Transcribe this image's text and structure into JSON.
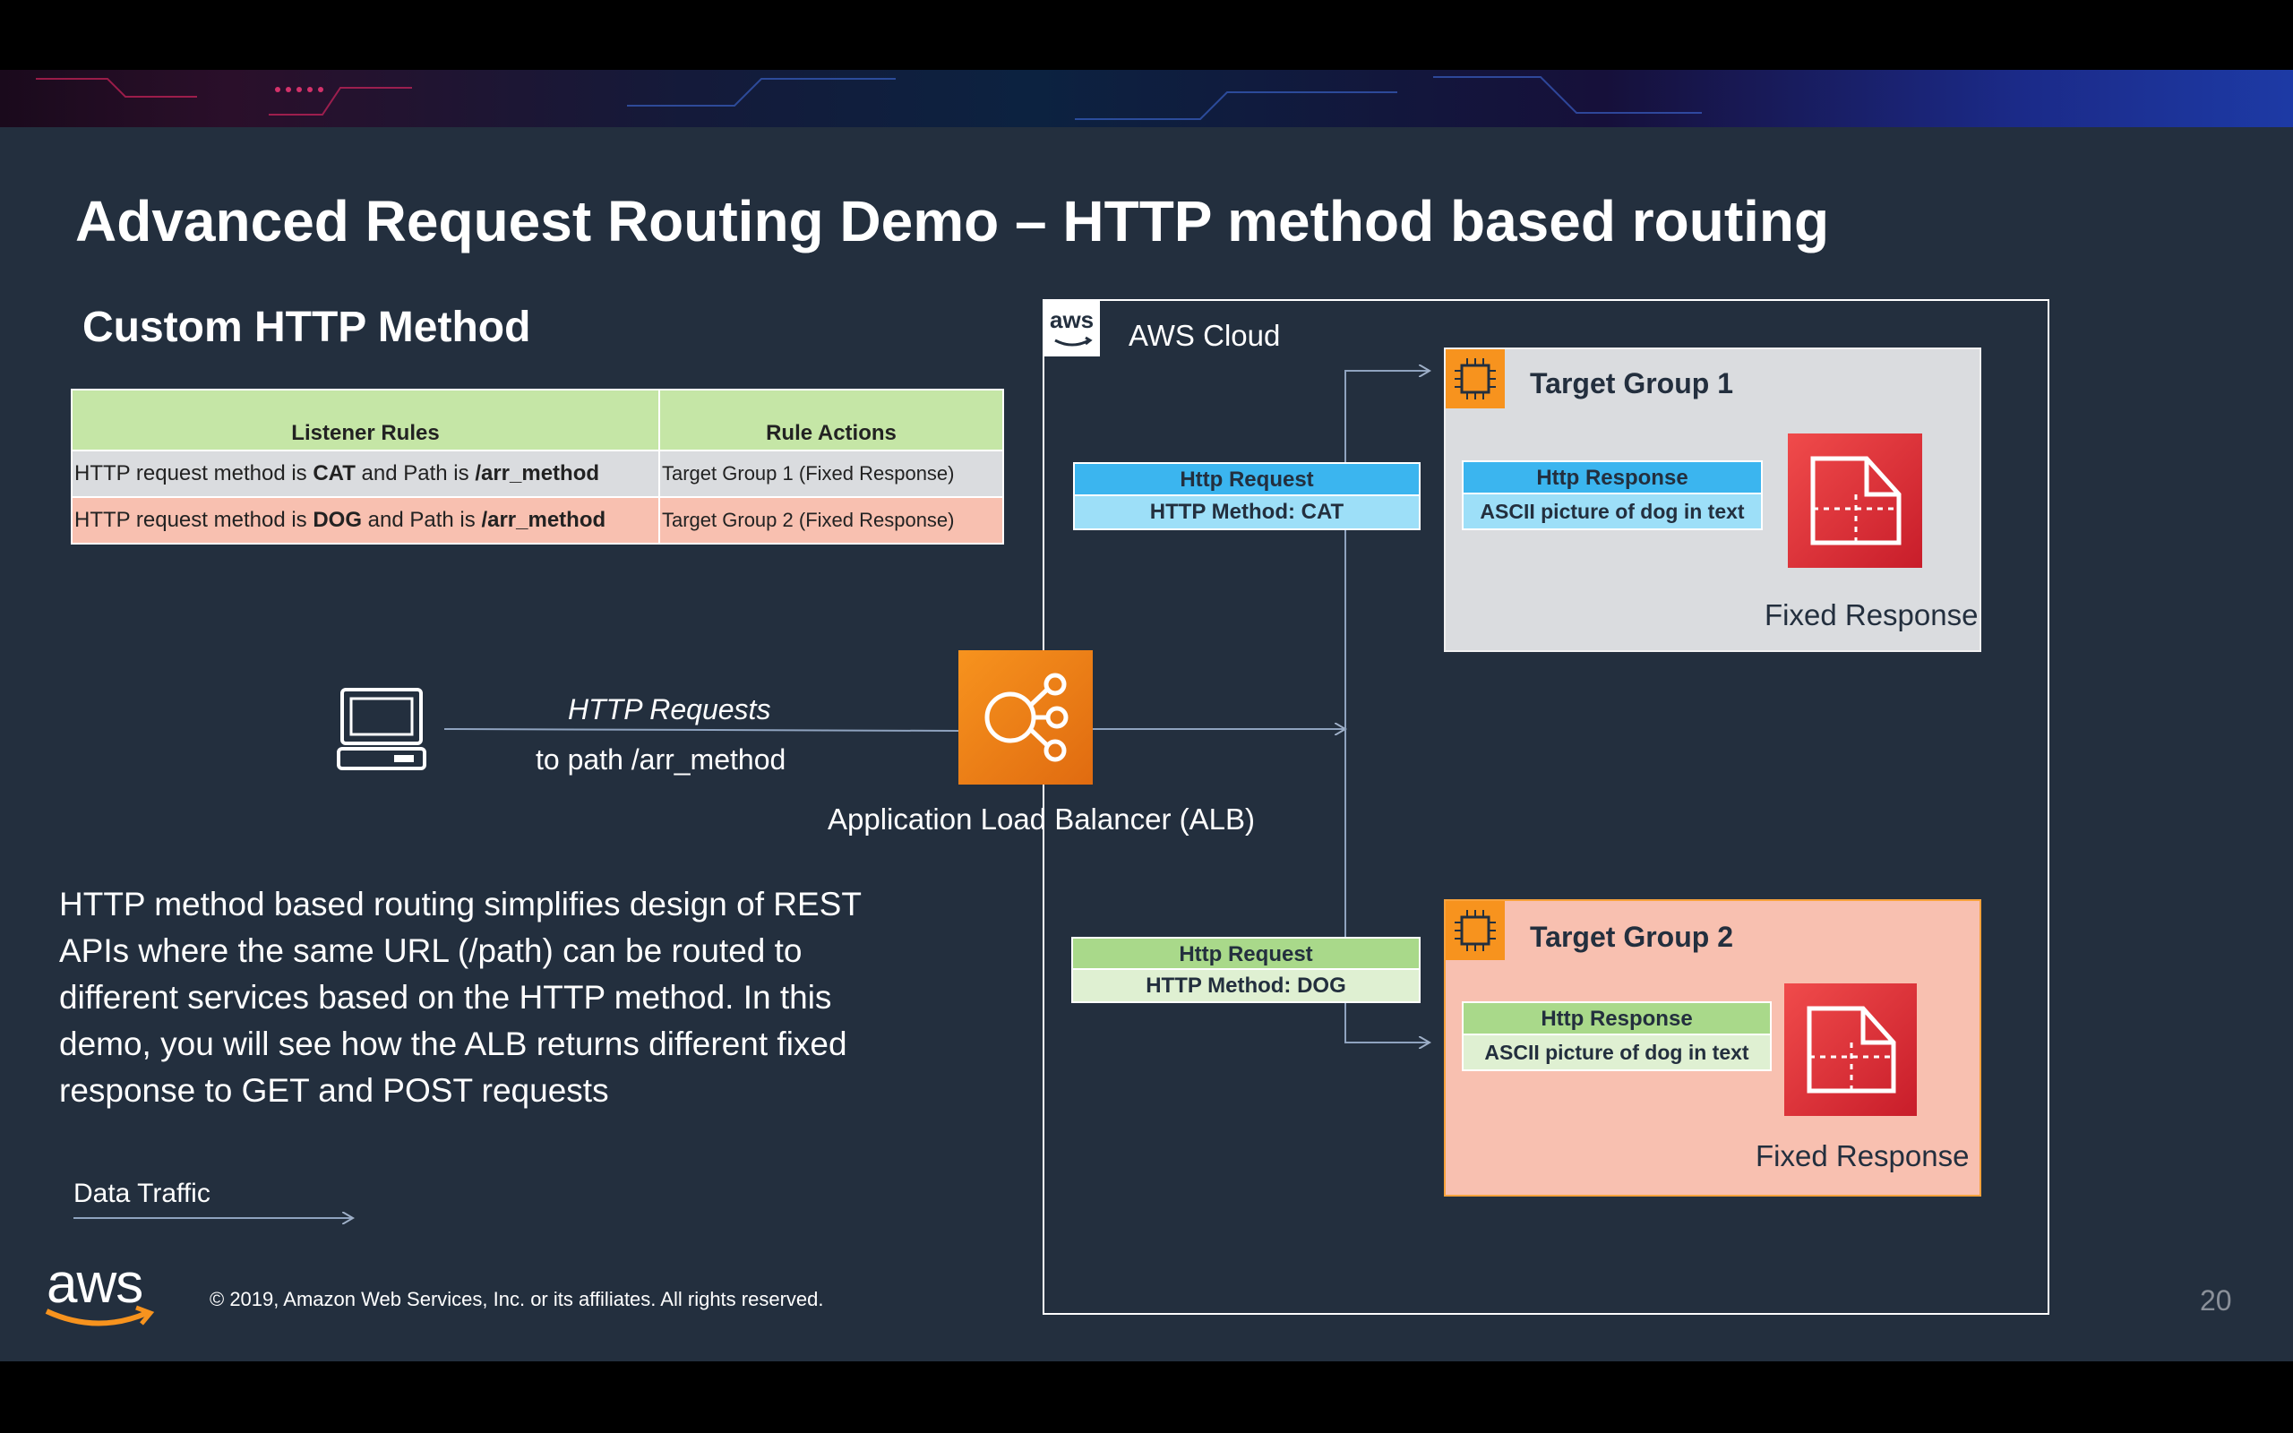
{
  "slide": {
    "title": "Advanced Request Routing Demo – HTTP method based routing",
    "subtitle": "Custom HTTP Method",
    "page_number": "20",
    "copyright": "© 2019, Amazon Web Services, Inc. or its affiliates. All rights reserved.",
    "logo_text": "aws"
  },
  "rules_table": {
    "headers": [
      "Listener Rules",
      "Rule Actions"
    ],
    "rows": [
      {
        "rule_prefix": "HTTP request method is ",
        "method": "CAT",
        "rule_mid": " and Path is ",
        "path": "/arr_method",
        "action": "Target Group 1 (Fixed Response)"
      },
      {
        "rule_prefix": "HTTP request method is ",
        "method": "DOG",
        "rule_mid": " and Path is ",
        "path": "/arr_method",
        "action": "Target Group 2 (Fixed Response)"
      }
    ]
  },
  "diagram": {
    "cloud_label": "AWS Cloud",
    "cloud_badge": "aws",
    "client_request_label": "HTTP Requests",
    "client_path_label": "to path /arr_method",
    "alb_label": "Application Load Balancer (ALB)",
    "request_cat": {
      "head": "Http Request",
      "sub": "HTTP Method: CAT"
    },
    "request_dog": {
      "head": "Http Request",
      "sub": "HTTP Method: DOG"
    },
    "target_group_1": {
      "title": "Target Group 1",
      "response_head": "Http Response",
      "response_sub": "ASCII picture of dog in text",
      "fixed_label": "Fixed Response"
    },
    "target_group_2": {
      "title": "Target Group 2",
      "response_head": "Http Response",
      "response_sub": "ASCII picture of dog in text",
      "fixed_label": "Fixed Response"
    }
  },
  "description": "HTTP method based routing simplifies design of REST APIs where the same URL (/path) can be routed to different services based on the HTTP method. In this demo, you will see how the ALB returns different fixed response to GET and POST requests",
  "legend": {
    "data_traffic": "Data Traffic"
  },
  "colors": {
    "slide_bg": "#232f3e",
    "cat_head": "#3bb5ef",
    "cat_sub": "#9ddff8",
    "dog_head": "#a9d98a",
    "dog_sub": "#dff0d2",
    "tg1_bg": "#dadcdf",
    "tg2_bg": "#f8c0b0",
    "aws_orange": "#f7931e",
    "fixed_response_red": "#dd2f36"
  }
}
